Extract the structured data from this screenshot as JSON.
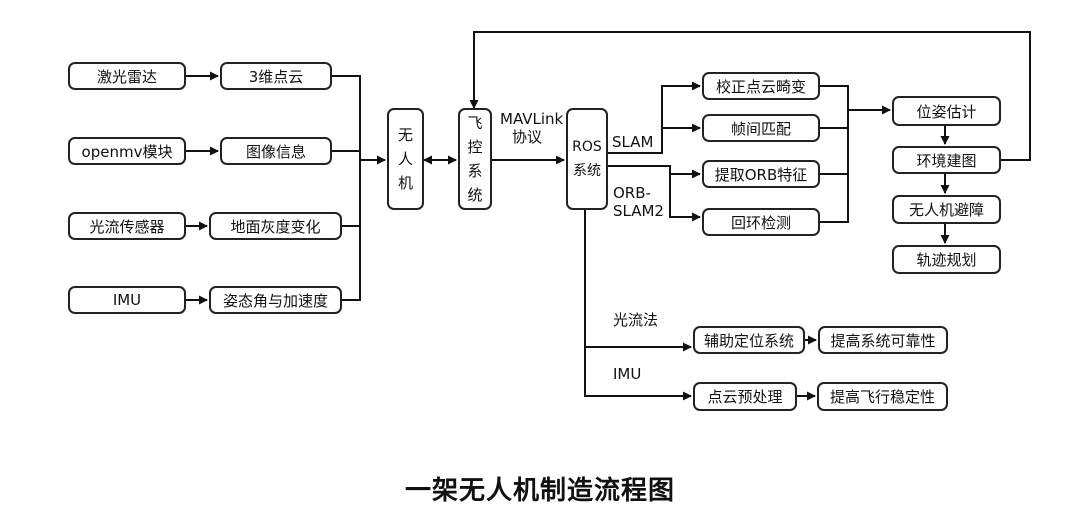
{
  "sensors": [
    "激光雷达",
    "openmv模块",
    "光流传感器",
    "IMU"
  ],
  "sensor_outputs": [
    "3维点云",
    "图像信息",
    "地面灰度变化",
    "姿态角与加速度"
  ],
  "uav": "无人机",
  "flight_control": "飞控系统",
  "mavlink_label": "MAVLink协议",
  "mavlink_lines": [
    "MAVLink",
    "协议"
  ],
  "ros": "ROS系统",
  "slam_label": "SLAM",
  "orb_slam_lines": [
    "ORB-",
    "SLAM2"
  ],
  "slam_steps": [
    "校正点云畸变",
    "帧间匹配",
    "提取ORB特征",
    "回环检测"
  ],
  "outputs": [
    "位姿估计",
    "环境建图",
    "无人机避障",
    "轨迹规划"
  ],
  "optical_flow_label": "光流法",
  "optical_flow_steps": [
    "辅助定位系统",
    "提高系统可靠性"
  ],
  "imu_label": "IMU",
  "imu_steps": [
    "点云预处理",
    "提高飞行稳定性"
  ],
  "caption": "一架无人机制造流程图"
}
